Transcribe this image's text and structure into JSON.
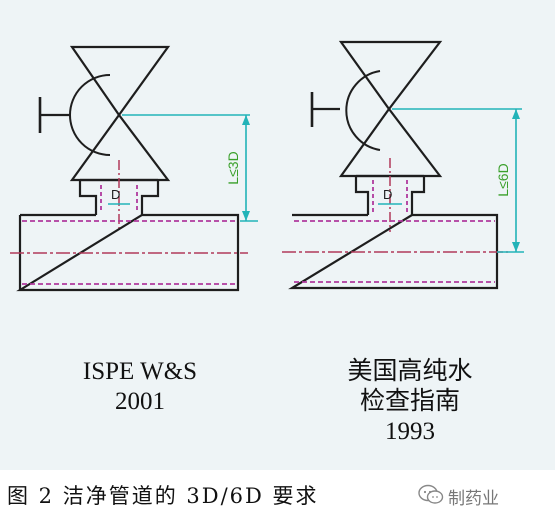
{
  "diagrams": [
    {
      "caption_lines": [
        "ISPE W&S",
        "2001"
      ],
      "dimension_label": "L≤3D",
      "branch_label": "D"
    },
    {
      "caption_lines": [
        "美国高纯水",
        "检查指南",
        "1993"
      ],
      "dimension_label": "L≤6D",
      "branch_label": "D"
    }
  ],
  "figure_caption": "图 2 洁净管道的 3D/6D 要求",
  "watermark": {
    "text": "制药业",
    "icon": "wechat-icon"
  },
  "colors": {
    "line": "#1e1e1e",
    "dimension": "#22b3b8",
    "dimension_text": "#3aa02a",
    "inner_wall": "#b03a9e",
    "centerline": "#b03a5a",
    "panel": "#eef4f6"
  }
}
